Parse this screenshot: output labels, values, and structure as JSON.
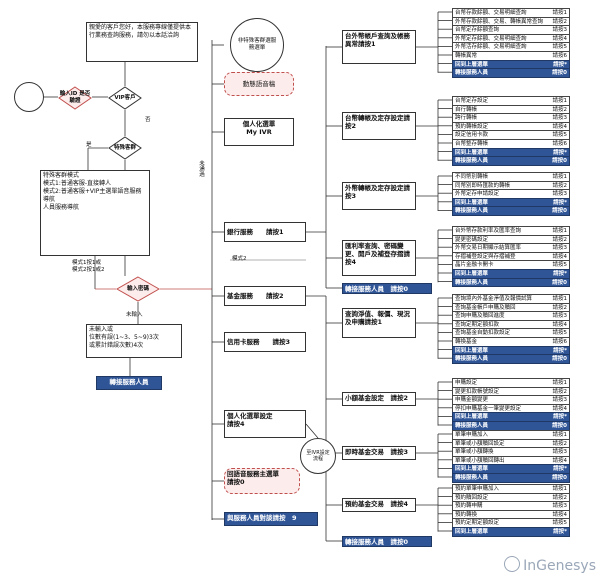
{
  "left": {
    "notice": "親愛的客戶您好，本服務專線僅提供本行業務查詢服務，請勿以本話洽詢",
    "input_id_diamond": "輸入ID\n是否驗證",
    "vip_diamond": "VIP客戶",
    "special_diamond": "特殊客群",
    "edge_no": "否",
    "edge_yes": "是",
    "special_box": "特殊客群模式\n模式1:普通客服-直接轉人\n模式2:普通客服+VIP主選單語音服務導航\n人員服務導航",
    "mode_label": "模式1按1或\n模式2按1或2",
    "main_menu_diamond": "輸入密碼",
    "no_input": "未輸入",
    "error_box": "未輸入或\n位數有誤(1~3、5~9)3次\n或累計錯誤次數)4次",
    "transfer_agent": "轉接服務人員"
  },
  "middle": {
    "circle_top": "非特殊客群選服務選單",
    "dashed_1": "動態語音稿",
    "personal_ivr": "個人化選單\nMy IVR",
    "edge_pass": "未通過",
    "edge_mode": "模式2",
    "bank_service": "銀行服務　　請按1",
    "fund_service": "基金服務　　請按2",
    "credit_service": "信用卡服務　　請按3",
    "personal_setting": "個人化選單設定\n請按4",
    "circle_right": "至IVR設定流程",
    "dashed_2": "回語音服務主選單\n請按0",
    "agent_bottom": "與服務人員對談請按　9"
  },
  "bank_groups": [
    {
      "label": "台外幣帳戶查詢及帳務異常請按1",
      "rows": [
        "台幣存款餘額、交易明細查詢",
        "外幣存款餘額、交易、轉帳異常查詢",
        "台幣定存餘額查詢",
        "外幣定存餘額、交易明細查詢",
        "外幣活存餘額、交易明細查詢",
        "轉帳異常"
      ],
      "keys": [
        "請按1",
        "請按2",
        "請按3",
        "請按4",
        "請按5",
        "請按6"
      ],
      "blue": [
        "回到上層選單",
        "轉接服務人員"
      ],
      "blue_keys": [
        "請按*",
        "請按0"
      ]
    },
    {
      "label": "台幣轉帳及定存設定請按2",
      "rows": [
        "台幣定存設定",
        "自行轉帳",
        "跨行轉帳",
        "預約轉帳設定",
        "設定信用卡款",
        "台幣整存轉帳"
      ],
      "keys": [
        "請按1",
        "請按2",
        "請按3",
        "請按4",
        "請按5",
        "請按6"
      ],
      "blue": [
        "回到上層選單",
        "轉接服務人員"
      ],
      "blue_keys": [
        "請按*",
        "請按0"
      ]
    },
    {
      "label": "外幣轉帳及定存設定請按3",
      "rows": [
        "不同幣別轉帳",
        "同幣別即時匯款的轉帳",
        "外幣定存申請設定"
      ],
      "keys": [
        "請按1",
        "請按2",
        "請按3"
      ],
      "blue": [
        "回到上層選單",
        "轉接服務人員"
      ],
      "blue_keys": [
        "請按*",
        "請按0"
      ]
    },
    {
      "label": "匯利率查詢、密碼變更、開戶及補登存摺請按4",
      "rows": [
        "台外幣存款利率及匯率查詢",
        "變更密碼設定",
        "外幣交易日期顯示結算匯率",
        "存摺補登設定與存摺補登",
        "晶片金融卡開卡"
      ],
      "keys": [
        "請按1",
        "請按2",
        "請按3",
        "請按4",
        "請按5"
      ],
      "blue": [
        "回到上層選單",
        "轉接服務人員"
      ],
      "blue_keys": [
        "請按*",
        "請按0"
      ]
    }
  ],
  "bank_agent": "轉接服務人員　請按0",
  "fund_groups": [
    {
      "label": "查詢淨值、報價、現況及申購請按1",
      "rows": [
        "查詢境內外基金淨值及報價試算",
        "查詢基金帳戶申購及贖回",
        "查詢申購及贖回進度",
        "查詢定期定額扣款",
        "查詢基金自動扣款設定",
        "轉換基金"
      ],
      "keys": [
        "請按1",
        "請按2",
        "請按3",
        "請按4",
        "請按5",
        "請按6"
      ],
      "blue": [
        "回到上層選單",
        "轉接服務人員"
      ],
      "blue_keys": [
        "請按*",
        "請按0"
      ]
    },
    {
      "label": "小額基金設定　請按2",
      "rows": [
        "申購設定",
        "變更扣款帳號設定",
        "申購金額變更",
        "停扣申購基金一筆變更設定"
      ],
      "keys": [
        "請按1",
        "請按2",
        "請按3",
        "請按4"
      ],
      "blue": [
        "回到上層選單",
        "轉接服務人員"
      ],
      "blue_keys": [
        "請按*",
        "請按0"
      ]
    },
    {
      "label": "即時基金交易　請按3",
      "rows": [
        "單筆申購加入",
        "單筆或小額贖回設定",
        "單筆或小額轉換",
        "單筆或小額贖回轉出"
      ],
      "keys": [
        "請按1",
        "請按2",
        "請按3",
        "請按4"
      ],
      "blue": [
        "回到上層選單",
        "轉接服務人員"
      ],
      "blue_keys": [
        "請按*",
        "請按0"
      ]
    },
    {
      "label": "預約基金交易　請按4",
      "rows": [
        "預約單筆申購加入",
        "預約贖回設定",
        "預約轉申購",
        "預約轉換",
        "預約定期定額設定"
      ],
      "keys": [
        "請按1",
        "請按2",
        "請按3",
        "請按4",
        "請按5"
      ],
      "blue": [
        "回到上層選單"
      ],
      "blue_keys": [
        "請按*"
      ]
    }
  ],
  "fund_agent": "轉接服務人員　請按0",
  "watermark": "InGenesys"
}
